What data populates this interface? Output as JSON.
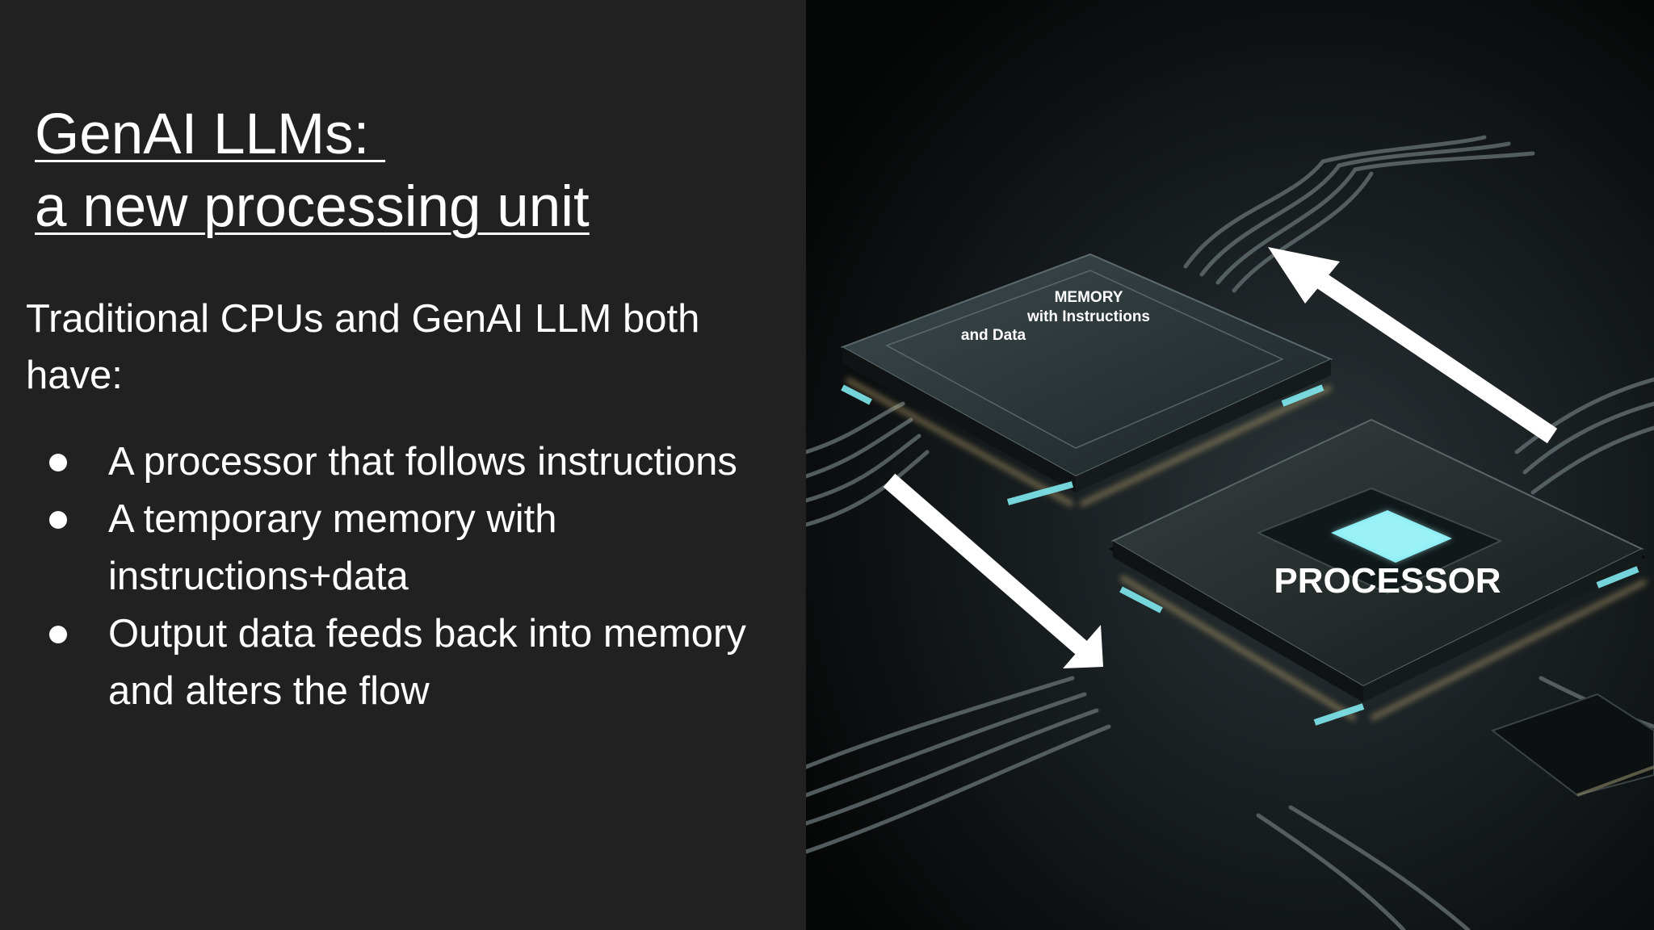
{
  "title": {
    "line1": "GenAI LLMs: ",
    "line2": "a new processing unit"
  },
  "intro": "Traditional CPUs and GenAI LLM both have:",
  "bullets": [
    "A processor that follows instructions",
    "A temporary memory with instructions+data",
    "Output data feeds back into memory and alters the flow"
  ],
  "image": {
    "memory_label": {
      "line1": "MEMORY",
      "line2": "with Instructions",
      "line3": "and Data"
    },
    "processor_label": "PROCESSOR"
  },
  "colors": {
    "background": "#212121",
    "text": "#ffffff",
    "glow_cyan": "#7fe9ef",
    "glow_gold": "#f2d38a"
  }
}
